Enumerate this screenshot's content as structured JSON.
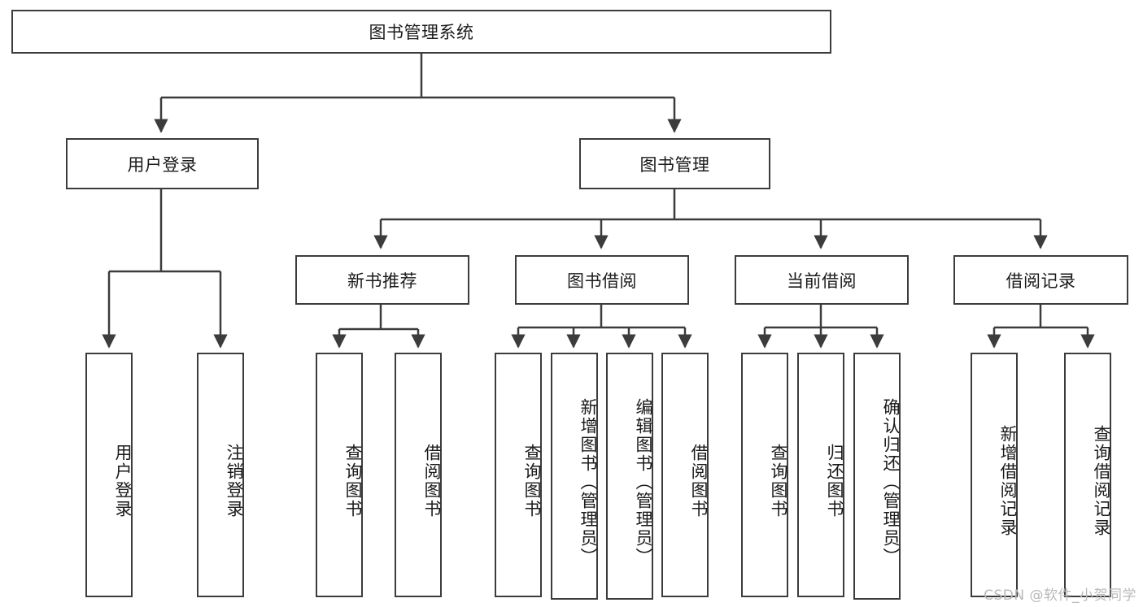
{
  "diagram": {
    "type": "tree-hierarchy-chart",
    "title": "图书管理系统",
    "root": {
      "label": "图书管理系统"
    },
    "level2": [
      {
        "label": "用户登录"
      },
      {
        "label": "图书管理"
      }
    ],
    "level3": [
      {
        "label": "新书推荐"
      },
      {
        "label": "图书借阅"
      },
      {
        "label": "当前借阅"
      },
      {
        "label": "借阅记录"
      }
    ],
    "leaves": {
      "user_login": [
        {
          "label": "用户登录"
        },
        {
          "label": "注销登录"
        }
      ],
      "new_book_recommend": [
        {
          "label": "查询图书"
        },
        {
          "label": "借阅图书"
        }
      ],
      "book_borrow": [
        {
          "label": "查询图书"
        },
        {
          "label": "新增图书（管理员）"
        },
        {
          "label": "编辑图书（管理员）"
        },
        {
          "label": "借阅图书"
        }
      ],
      "current_borrow": [
        {
          "label": "查询图书"
        },
        {
          "label": "归还图书"
        },
        {
          "label": "确认归还（管理员）"
        }
      ],
      "borrow_record": [
        {
          "label": "新增借阅记录"
        },
        {
          "label": "查询借阅记录"
        }
      ]
    }
  },
  "watermark": {
    "text": "CSDN @软件_小贺同学"
  },
  "colors": {
    "stroke": "#3c3c3c",
    "background": "#ffffff",
    "text": "#1a1a1a",
    "watermark": "#b9b9b9"
  }
}
